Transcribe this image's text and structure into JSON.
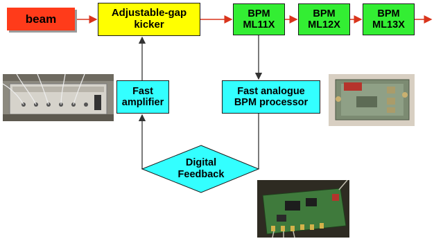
{
  "colors": {
    "beam": "#ff3b1a",
    "kicker": "#ffff00",
    "bpm": "#33ee33",
    "fast_box": "#33ffff",
    "arrows": "#d9341c",
    "feedback_lines": "#333333"
  },
  "nodes": {
    "beam": "beam",
    "kicker": "Adjustable-gap\nkicker",
    "bpm1": "BPM\nML11X",
    "bpm2": "BPM\nML12X",
    "bpm3": "BPM\nML13X",
    "amplifier": "Fast\namplifier",
    "processor": "Fast analogue\nBPM processor",
    "feedback": "Digital\nFeedback"
  }
}
